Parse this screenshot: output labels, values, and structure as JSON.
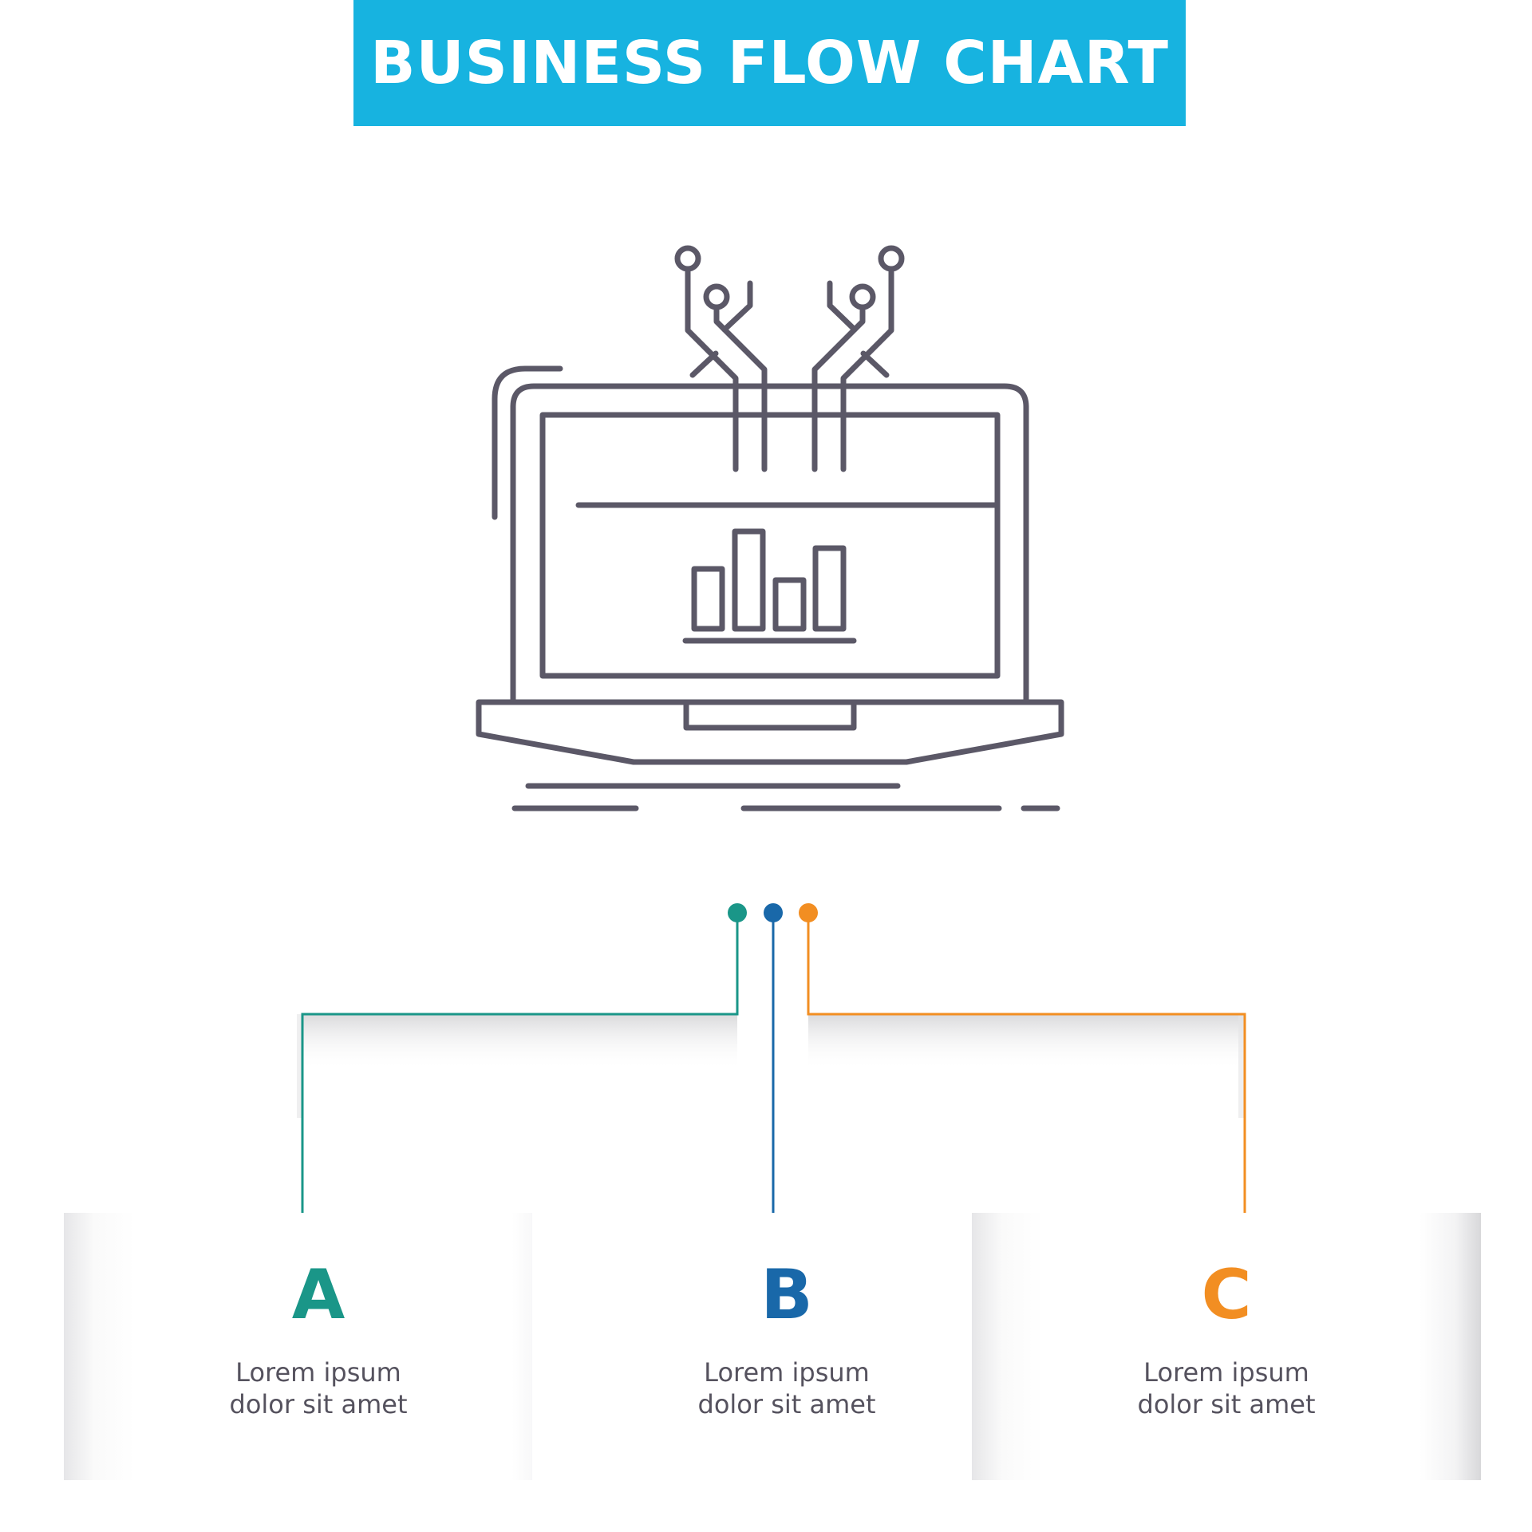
{
  "header": {
    "title": "BUSINESS FLOW CHART",
    "background_color": "#17b3e0"
  },
  "icon": {
    "name": "laptop-analytics-circuit-icon",
    "stroke_color": "#5b5867"
  },
  "colors": {
    "a": "#1a9688",
    "b": "#1968a9",
    "c": "#f28e22",
    "body_text": "#55525e"
  },
  "cards": [
    {
      "letter": "A",
      "line1": "Lorem ipsum",
      "line2": "dolor sit amet"
    },
    {
      "letter": "B",
      "line1": "Lorem ipsum",
      "line2": "dolor sit amet"
    },
    {
      "letter": "C",
      "line1": "Lorem ipsum",
      "line2": "dolor sit amet"
    }
  ]
}
